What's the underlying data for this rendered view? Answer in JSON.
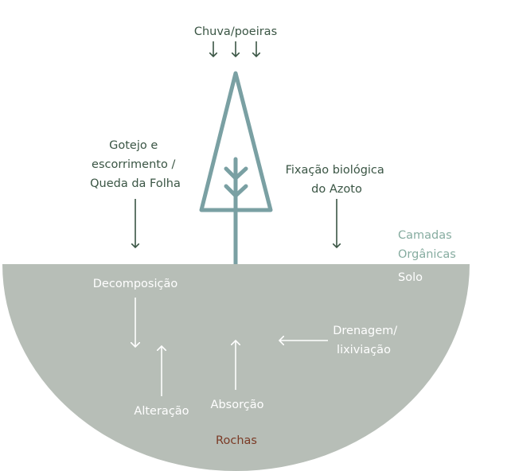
{
  "colors": {
    "soil": "#b7beb7",
    "tree": "#7aa0a3",
    "arrow_dark": "#3a5544",
    "text_dark": "#3a5544",
    "text_light": "#ffffff",
    "text_organic": "#86aca0",
    "text_rock": "#7a3a25"
  },
  "icons": {
    "tree": "tree-icon",
    "arrow": "arrow-icon"
  },
  "labels": {
    "rain": "Chuva/poeiras",
    "drip": [
      "Gotejo e",
      "escorrimento /",
      "Queda da Folha"
    ],
    "fixation": [
      "Fixação biológica",
      "do Azoto"
    ],
    "organic": [
      "Camadas",
      "Orgânicas"
    ],
    "soil": "Solo",
    "decomposition": "Decomposição",
    "drainage": [
      "Drenagem/",
      "lixiviação"
    ],
    "alteration": "Alteração",
    "absorption": "Absorção",
    "rocks": "Rochas"
  }
}
